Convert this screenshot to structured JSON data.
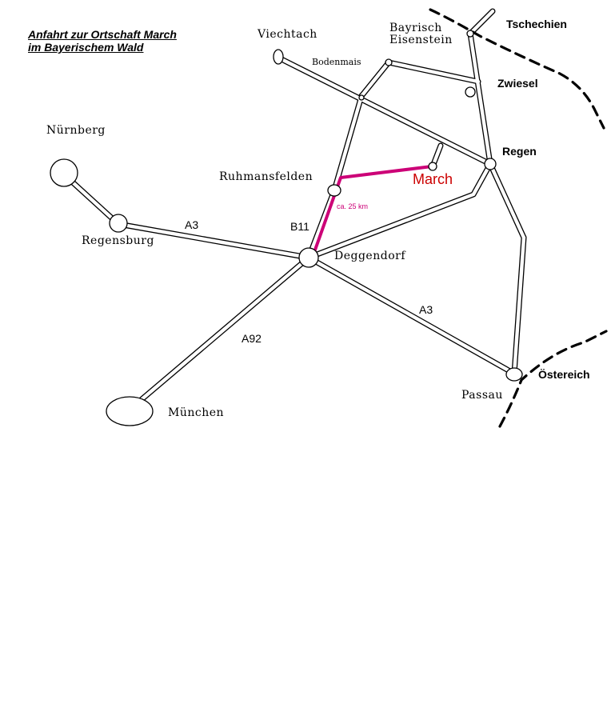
{
  "title": {
    "line1": "Anfahrt zur Ortschaft March",
    "line2": "im Bayerischem Wald"
  },
  "places": {
    "nuernberg": "Nürnberg",
    "regensburg": "Regensburg",
    "muenchen": "München",
    "deggendorf": "Deggendorf",
    "ruhmansfelden": "Ruhmansfelden",
    "viechtach": "Viechtach",
    "bodenmais": "Bodenmais",
    "bayrisch_line1": "Bayrisch",
    "bayrisch_line2": "Eisenstein",
    "zwiesel": "Zwiesel",
    "regen": "Regen",
    "passau": "Passau",
    "march": "March",
    "tschechien": "Tschechien",
    "oesterreich": "Östereich"
  },
  "roads": {
    "a3_west": "A3",
    "a3_east": "A3",
    "a92": "A92",
    "b11": "B11"
  },
  "route": {
    "distance": "ca. 25 km",
    "color": "#cc0077"
  },
  "colors": {
    "march_label": "#cc0000",
    "route_highlight": "#cc0077",
    "border": "#000000",
    "road_outline": "#000000"
  }
}
